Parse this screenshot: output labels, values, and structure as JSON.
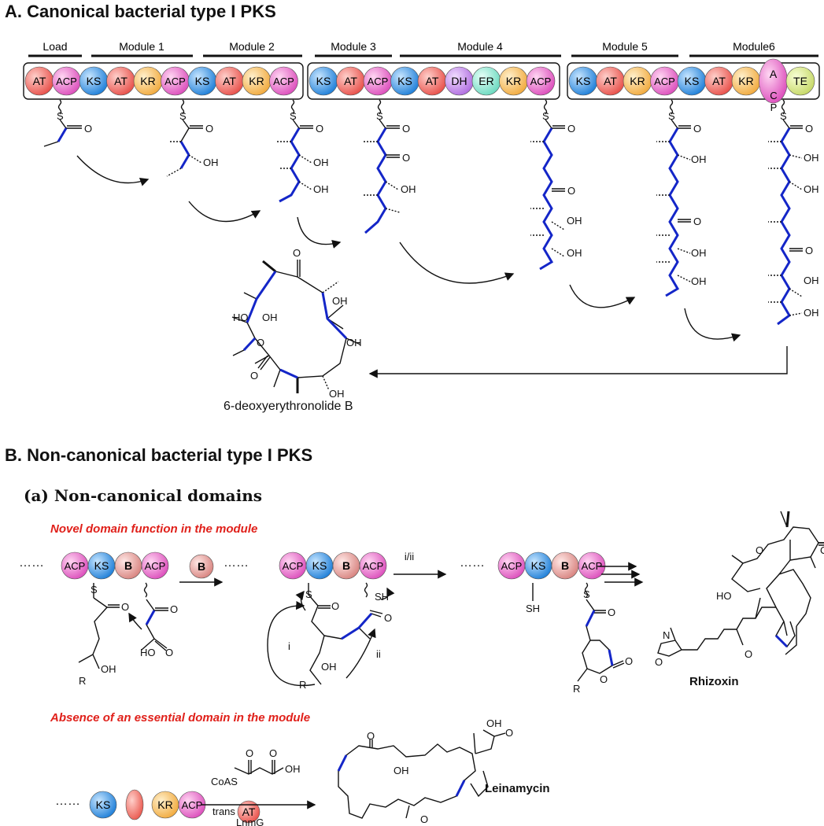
{
  "sectionA": {
    "title": "A. Canonical bacterial type I PKS",
    "modules": [
      "Load",
      "Module 1",
      "Module 2",
      "Module 3",
      "Module 4",
      "Module 5",
      "Module6"
    ],
    "rows": [
      [
        "AT",
        "ACP",
        "KS",
        "AT",
        "KR",
        "ACP",
        "KS",
        "AT",
        "KR",
        "ACP"
      ],
      [
        "KS",
        "AT",
        "ACP",
        "KS",
        "AT",
        "DH",
        "ER",
        "KR",
        "ACP"
      ],
      [
        "KS",
        "AT",
        "KR",
        "ACP",
        "KS",
        "AT",
        "KR",
        "A",
        "TE"
      ]
    ],
    "acp_vertical": [
      "C",
      "P"
    ],
    "product_name": "6-deoxyerythronolide B",
    "atoms": {
      "S": "S",
      "O": "O",
      "OH": "OH",
      "HO": "HO"
    }
  },
  "sectionB": {
    "title": "B. Non-canonical bacterial type I PKS",
    "subtitle": "(a) Non-canonical domains",
    "case1": {
      "heading": "Novel domain function in the module",
      "dots": "……",
      "domains": [
        "ACP",
        "KS",
        "B",
        "ACP"
      ],
      "arrow1_label": "B",
      "arrow2_label": "i/ii",
      "step_i": "i",
      "step_ii": "ii",
      "sh": "SH",
      "r": "R",
      "product": "Rhizoxin"
    },
    "case2": {
      "heading": "Absence of an essential domain in the module",
      "dots": "……",
      "domains": [
        "KS",
        "KR",
        "ACP"
      ],
      "reagent": "CoAS",
      "reagent_oh": "OH",
      "trans": "trans",
      "at": "AT",
      "enzyme": "LnmG",
      "product": "Leinamycin"
    }
  },
  "colors": {
    "AT": "#f0756e",
    "ACP": "#ec7fcf",
    "KS": "#3a9ae8",
    "KR": "#f6c56c",
    "DH": "#c68fe6",
    "ER": "#8fe6d2",
    "TE": "#d9e58a",
    "B": "#e3a3a0",
    "blue_bond": "#1426c8",
    "red_text": "#e0201a"
  }
}
